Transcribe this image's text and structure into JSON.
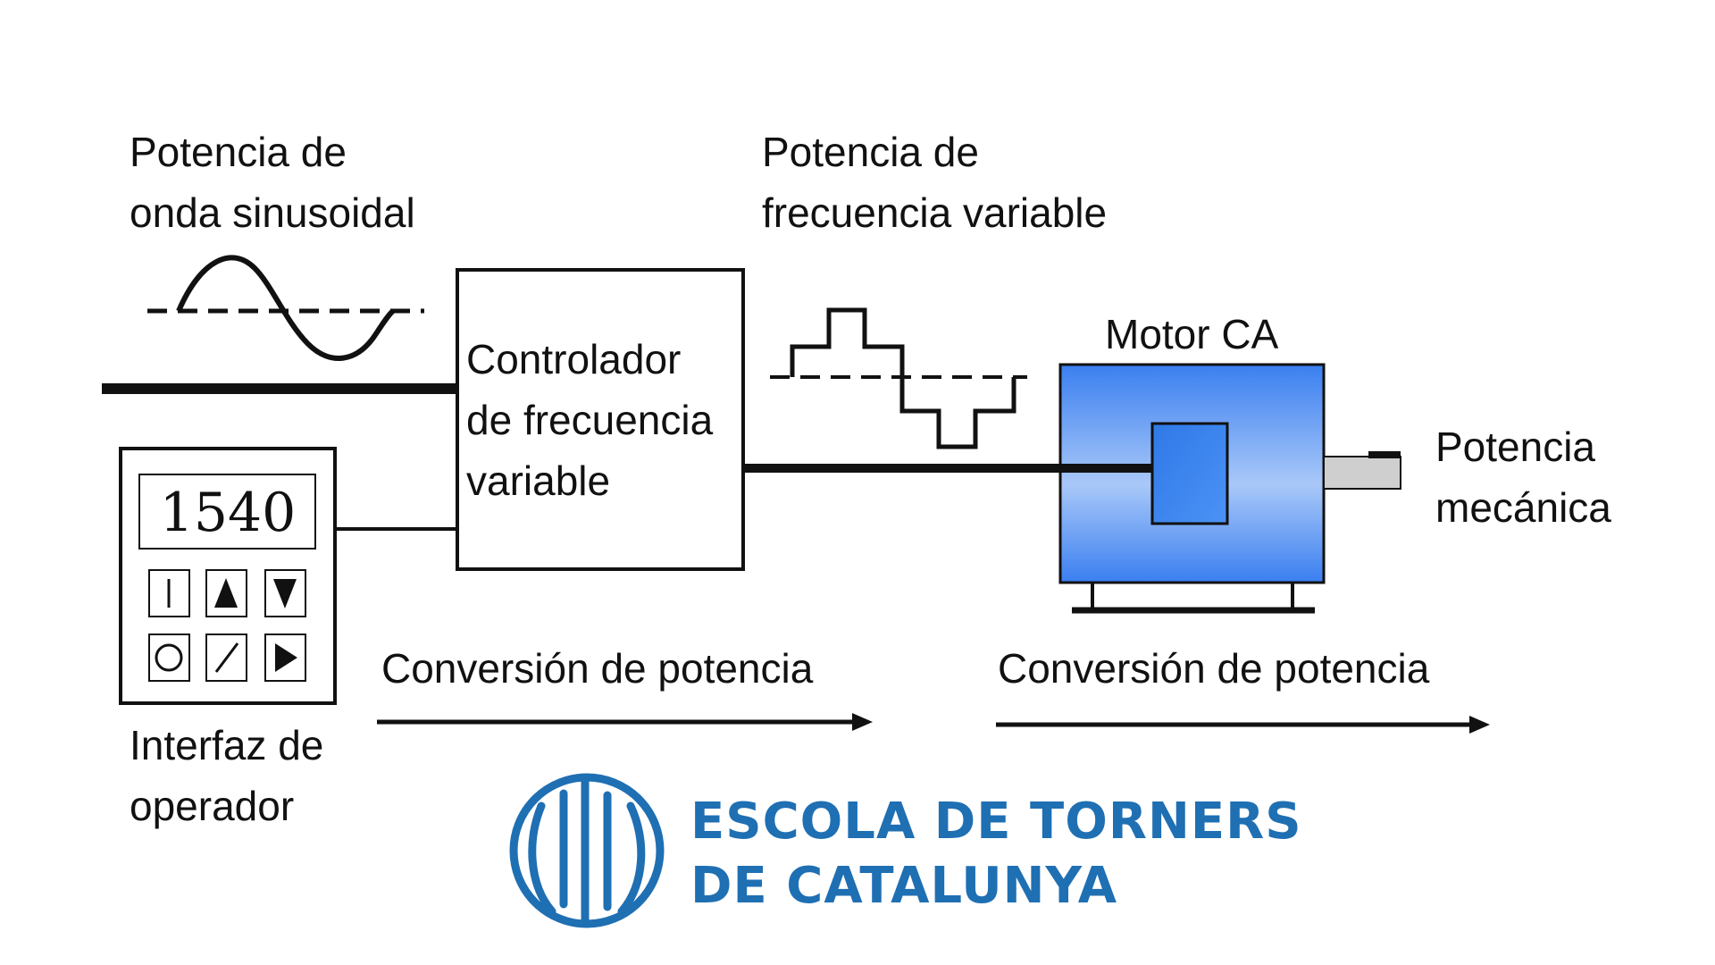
{
  "labels": {
    "sine_power": [
      "Potencia de",
      "onda sinusoidal"
    ],
    "vf_power": [
      "Potencia de",
      "frecuencia variable"
    ],
    "controller": [
      "Controlador",
      "de frecuencia",
      "variable"
    ],
    "motor": "Motor CA",
    "mech_power": [
      "Potencia",
      "mecánica"
    ],
    "conversion_1": "Conversión de potencia",
    "conversion_2": "Conversión de potencia",
    "operator": [
      "Interfaz de",
      "operador"
    ]
  },
  "operator_panel": {
    "display_value": "1540",
    "keys": [
      "start-key",
      "up-arrow-key",
      "down-arrow-key",
      "stop-key",
      "slash-key",
      "play-key"
    ]
  },
  "brand": {
    "lines": [
      "ESCOLA DE TORNERS",
      "DE CATALUNYA"
    ],
    "color": "#1f6fb3"
  },
  "colors": {
    "motor_blue": "#3a7ff0",
    "motor_light": "#a9c8f8",
    "shaft_gray": "#cfcfcf",
    "line": "#111111"
  }
}
